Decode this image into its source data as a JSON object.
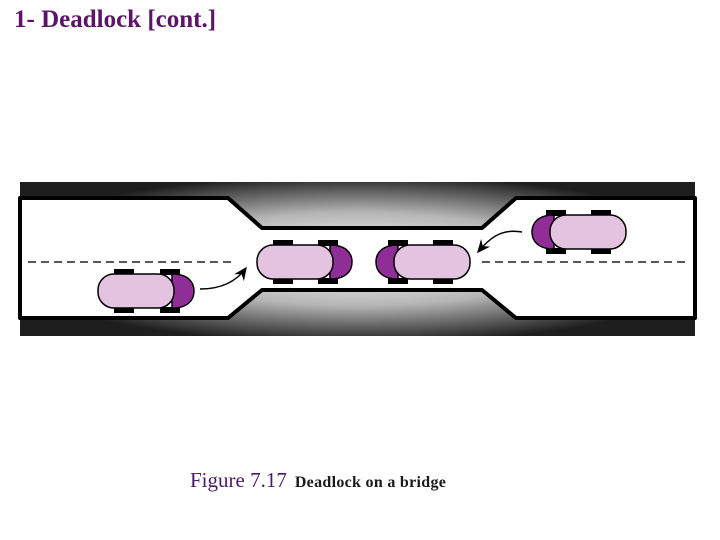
{
  "slide": {
    "title": "1- Deadlock [cont.]"
  },
  "figure": {
    "label": "Figure 7.17",
    "description": "Deadlock on a bridge"
  },
  "colors": {
    "title": "#5a1468",
    "car_body": "#e3c3e0",
    "car_front": "#8e2e96",
    "road_edge": "#000000"
  }
}
